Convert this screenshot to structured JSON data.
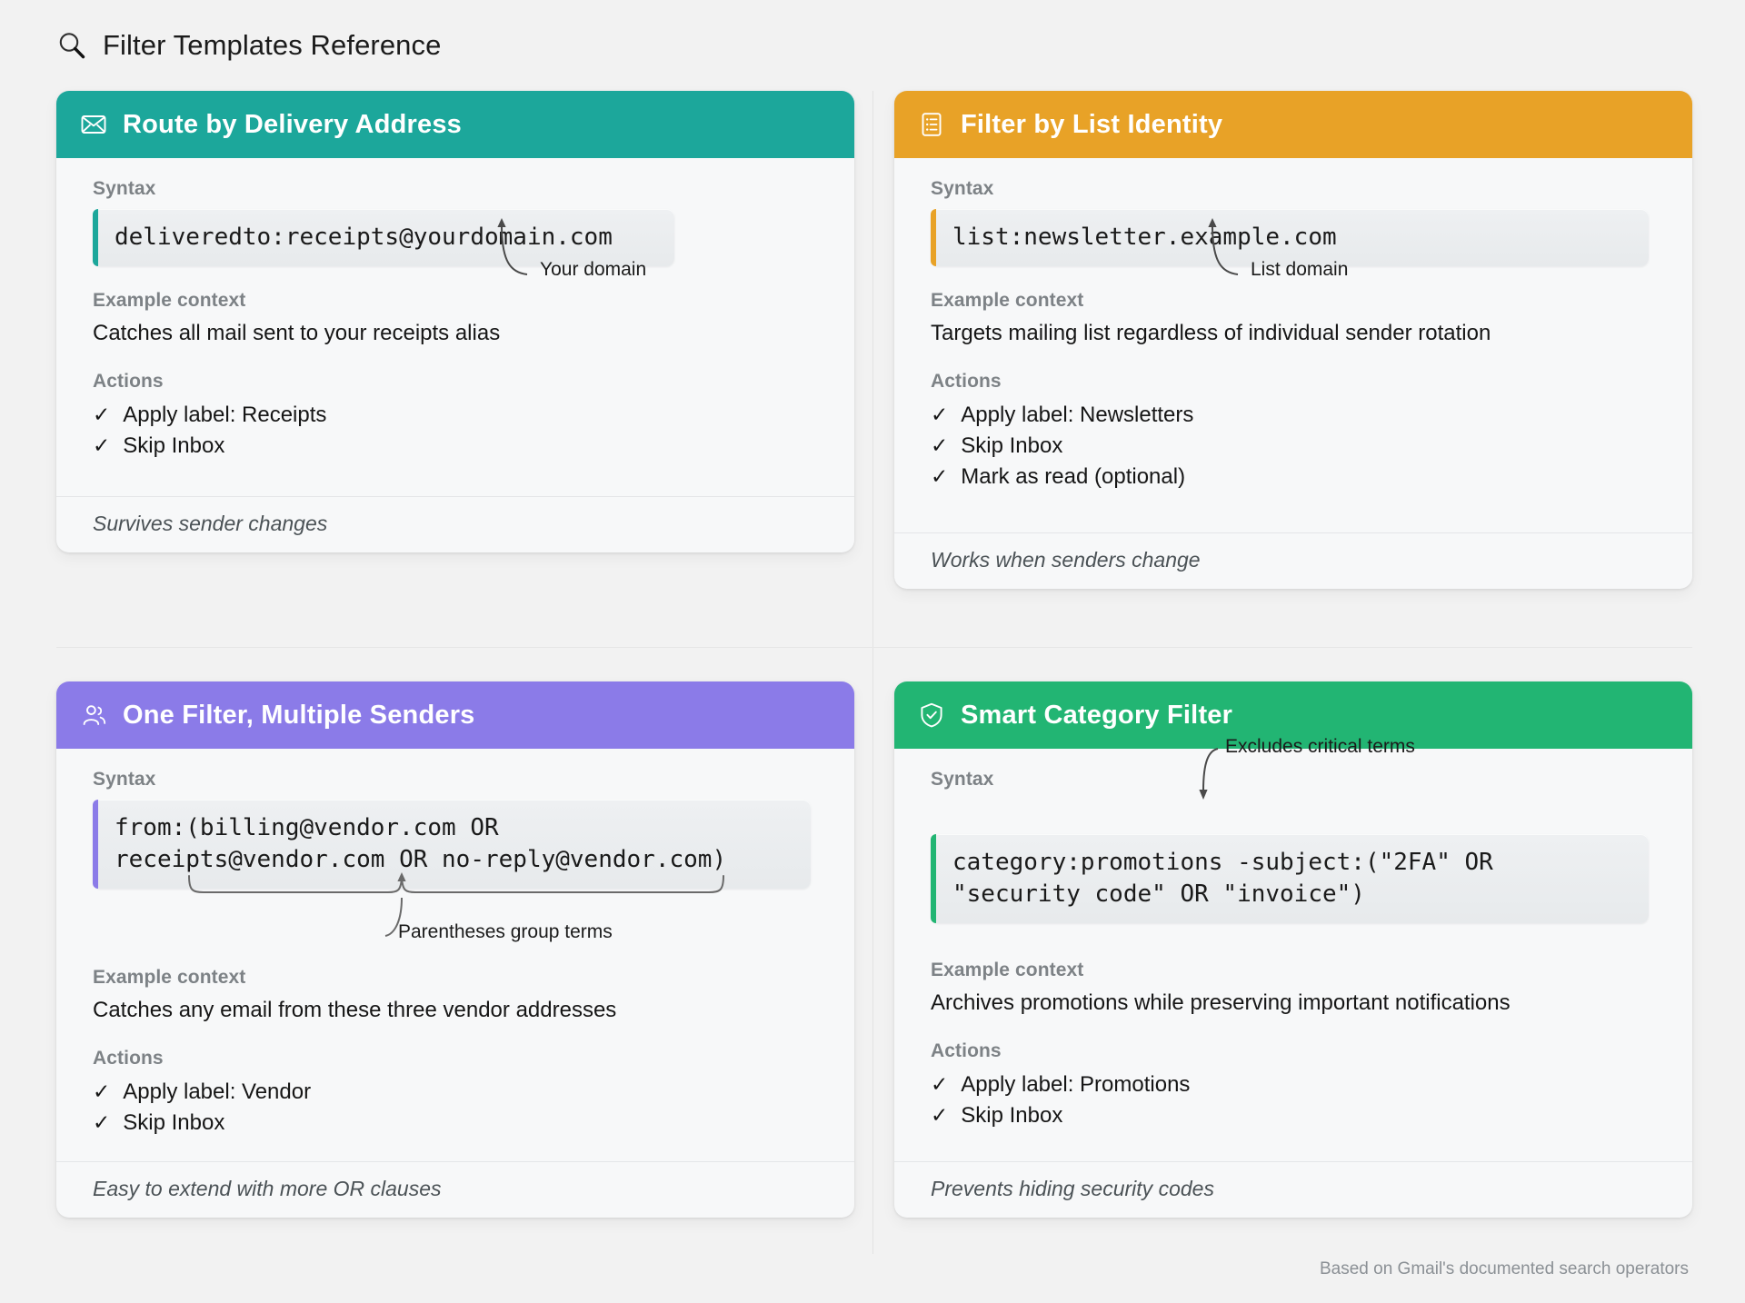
{
  "header": {
    "icon": "search-icon",
    "title": "Filter Templates Reference"
  },
  "footer_note": "Based on Gmail's documented search operators",
  "labels": {
    "syntax": "Syntax",
    "example_context": "Example context",
    "actions": "Actions",
    "check_mark": "✓"
  },
  "cards": [
    {
      "id": "route-by-delivery-address",
      "title": "Route by Delivery Address",
      "icon": "envelope-icon",
      "accent": "#1CA79B",
      "syntax_lines": [
        "deliveredto:receipts@yourdomain.com"
      ],
      "annotation": "Your domain",
      "context": "Catches all mail sent to your receipts alias",
      "actions": [
        "Apply label: Receipts",
        "Skip Inbox"
      ],
      "footer": "Survives sender changes"
    },
    {
      "id": "filter-by-list-identity",
      "title": "Filter by List Identity",
      "icon": "list-document-icon",
      "accent": "#E8A227",
      "syntax_lines": [
        "list:newsletter.example.com"
      ],
      "annotation": "List domain",
      "context": "Targets mailing list regardless of individual sender rotation",
      "actions": [
        "Apply label: Newsletters",
        "Skip Inbox",
        "Mark as read (optional)"
      ],
      "footer": "Works when senders change"
    },
    {
      "id": "one-filter-multiple-senders",
      "title": "One Filter, Multiple Senders",
      "icon": "users-icon",
      "accent": "#8B7BE8",
      "syntax_lines": [
        "from:(billing@vendor.com OR",
        "receipts@vendor.com OR no-reply@vendor.com)"
      ],
      "annotation": "Parentheses group terms",
      "context": "Catches any email from these three vendor addresses",
      "actions": [
        "Apply label: Vendor",
        "Skip Inbox"
      ],
      "footer": "Easy to extend with more OR clauses"
    },
    {
      "id": "smart-category-filter",
      "title": "Smart Category Filter",
      "icon": "shield-check-icon",
      "accent": "#22B573",
      "syntax_lines": [
        "category:promotions -subject:(\"2FA\" OR",
        "\"security code\" OR \"invoice\")"
      ],
      "annotation": "Excludes critical terms",
      "context": "Archives promotions while preserving important notifications",
      "actions": [
        "Apply label: Promotions",
        "Skip Inbox"
      ],
      "footer": "Prevents hiding security codes"
    }
  ]
}
